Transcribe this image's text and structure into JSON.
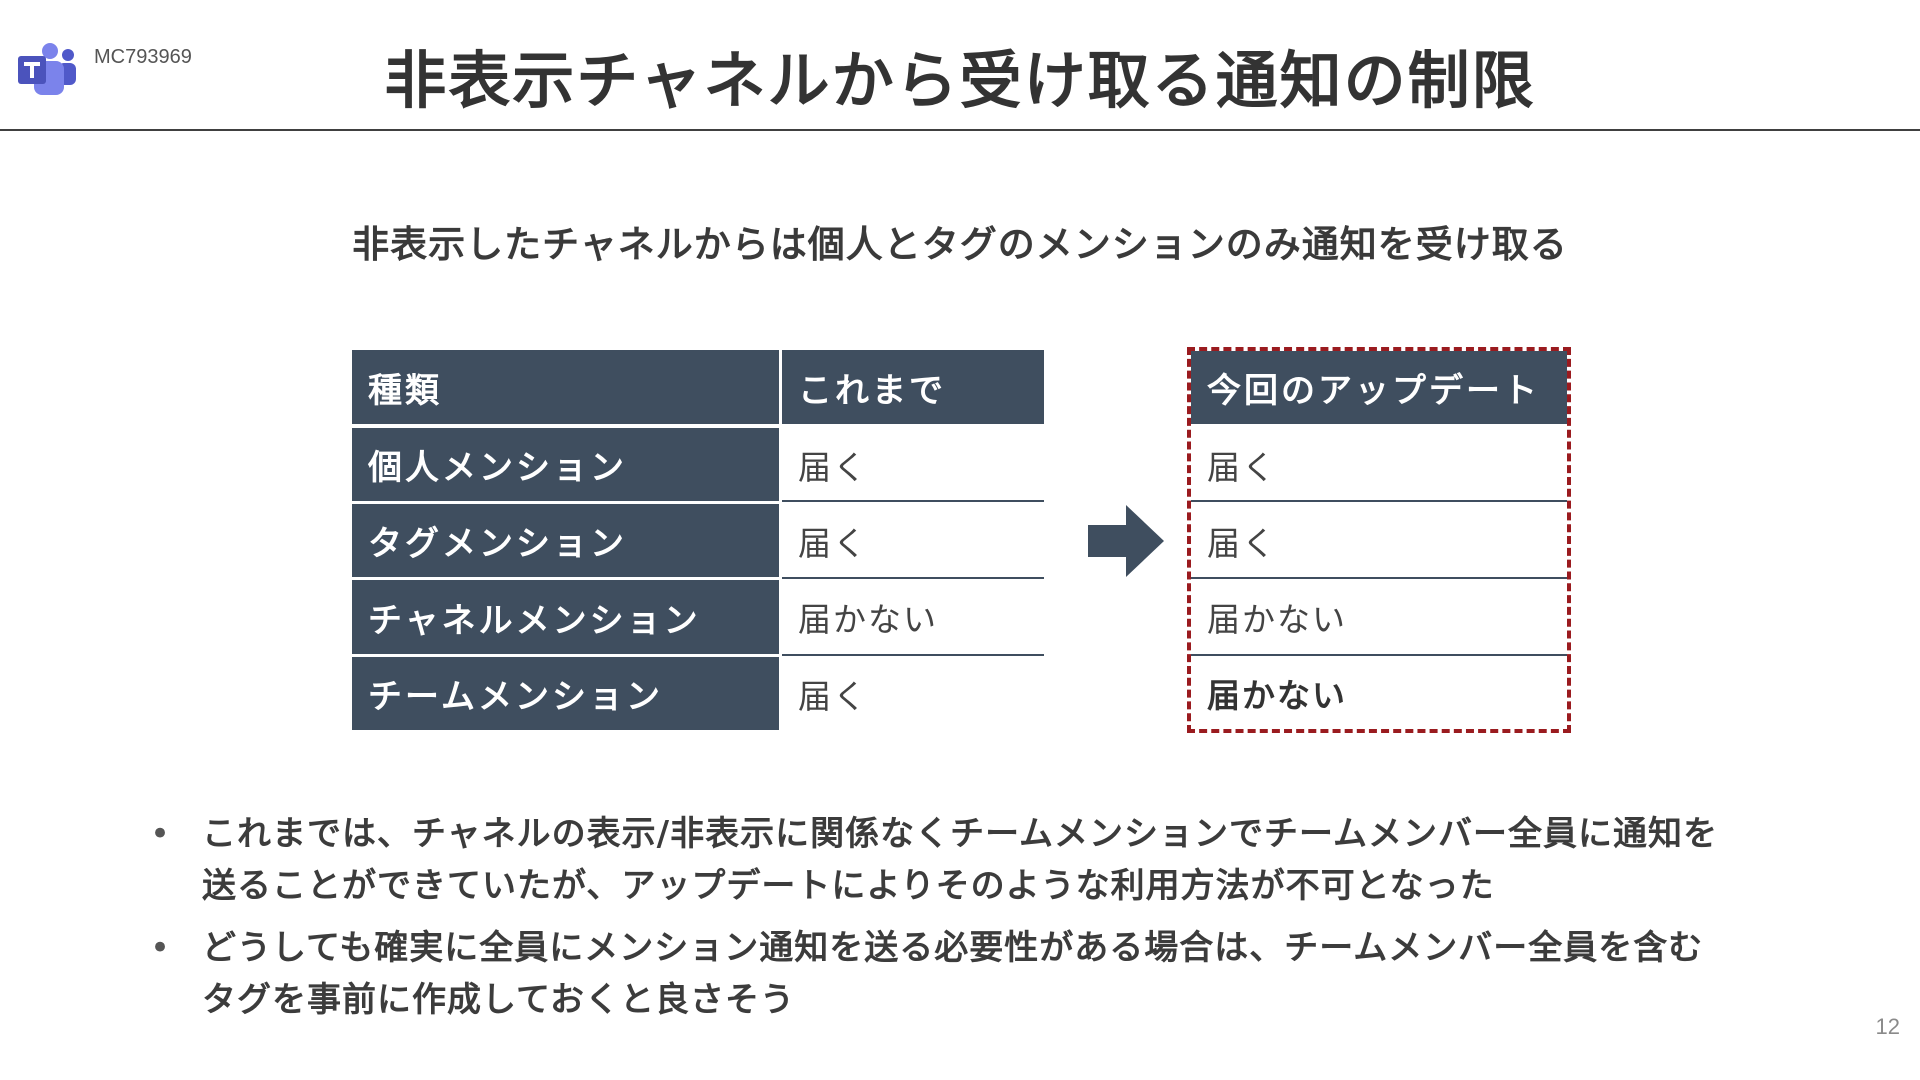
{
  "header": {
    "mc_id": "MC793969",
    "title": "非表示チャネルから受け取る通知の制限",
    "logo_icon": "teams-logo-icon"
  },
  "subtitle": "非表示したチャネルからは個人とタグのメンションのみ通知を受け取る",
  "table": {
    "headers": {
      "type": "種類",
      "before": "これまで",
      "after": "今回のアップデート"
    },
    "rows": [
      {
        "type": "個人メンション",
        "before": "届く",
        "after": "届く"
      },
      {
        "type": "タグメンション",
        "before": "届く",
        "after": "届く"
      },
      {
        "type": "チャネルメンション",
        "before": "届かない",
        "after": "届かない"
      },
      {
        "type": "チームメンション",
        "before": "届く",
        "after": "届かない"
      }
    ]
  },
  "arrow_icon": "right-arrow-icon",
  "bullets": [
    {
      "marker": "•",
      "lines": [
        "これまでは、チャネルの表示/非表示に関係なくチームメンションでチームメンバー全員に通知を",
        "送ることができていたが、アップデートによりそのような利用方法が不可となった"
      ]
    },
    {
      "marker": "•",
      "lines": [
        "どうしても確実に全員にメンション通知を送る必要性がある場合は、チームメンバー全員を含む",
        "タグを事前に作成しておくと良さそう"
      ]
    }
  ],
  "page_number": "12",
  "colors": {
    "header_fill": "#3f4e5f",
    "dashed_border": "#9a1b1f",
    "teams_purple": "#5b5fc7"
  }
}
